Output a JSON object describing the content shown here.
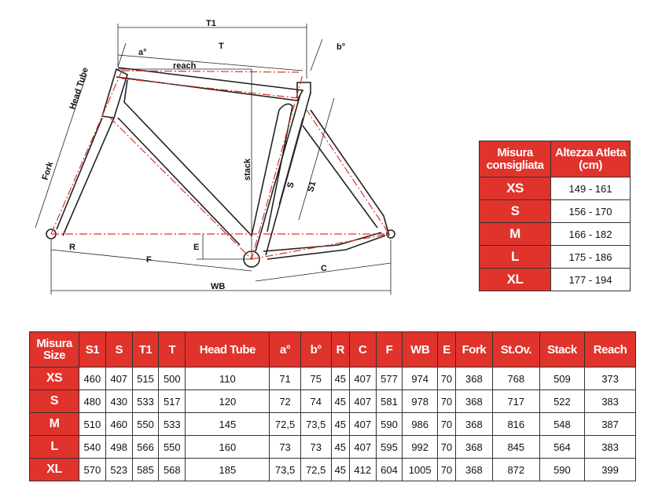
{
  "diagram_labels": {
    "t1": "T1",
    "t": "T",
    "a": "a°",
    "b": "b°",
    "reach": "reach",
    "head_tube": "Head Tube",
    "fork": "Fork",
    "stack": "stack",
    "s": "S",
    "s1": "S1",
    "r": "R",
    "e": "E",
    "f": "F",
    "c": "C",
    "wb": "WB"
  },
  "size_table": {
    "headers": [
      "Misura consigliata",
      "Altezza Atleta (cm)"
    ],
    "rows": [
      [
        "XS",
        "149 - 161"
      ],
      [
        "S",
        "156 - 170"
      ],
      [
        "M",
        "166 - 182"
      ],
      [
        "L",
        "175 - 186"
      ],
      [
        "XL",
        "177 - 194"
      ]
    ]
  },
  "geometry_table": {
    "headers": [
      "Misura Size",
      "S1",
      "S",
      "T1",
      "T",
      "Head Tube",
      "a°",
      "b°",
      "R",
      "C",
      "F",
      "WB",
      "E",
      "Fork",
      "St.Ov.",
      "Stack",
      "Reach"
    ],
    "rows": [
      [
        "XS",
        "460",
        "407",
        "515",
        "500",
        "110",
        "71",
        "75",
        "45",
        "407",
        "577",
        "974",
        "70",
        "368",
        "768",
        "509",
        "373"
      ],
      [
        "S",
        "480",
        "430",
        "533",
        "517",
        "120",
        "72",
        "74",
        "45",
        "407",
        "581",
        "978",
        "70",
        "368",
        "717",
        "522",
        "383"
      ],
      [
        "M",
        "510",
        "460",
        "550",
        "533",
        "145",
        "72,5",
        "73,5",
        "45",
        "407",
        "590",
        "986",
        "70",
        "368",
        "816",
        "548",
        "387"
      ],
      [
        "L",
        "540",
        "498",
        "566",
        "550",
        "160",
        "73",
        "73",
        "45",
        "407",
        "595",
        "992",
        "70",
        "368",
        "845",
        "564",
        "383"
      ],
      [
        "XL",
        "570",
        "523",
        "585",
        "568",
        "185",
        "73,5",
        "72,5",
        "45",
        "412",
        "604",
        "1005",
        "70",
        "368",
        "872",
        "590",
        "399"
      ]
    ]
  },
  "colors": {
    "accent": "#e0332c",
    "frame": "#222222",
    "centerline": "#e0332c"
  }
}
